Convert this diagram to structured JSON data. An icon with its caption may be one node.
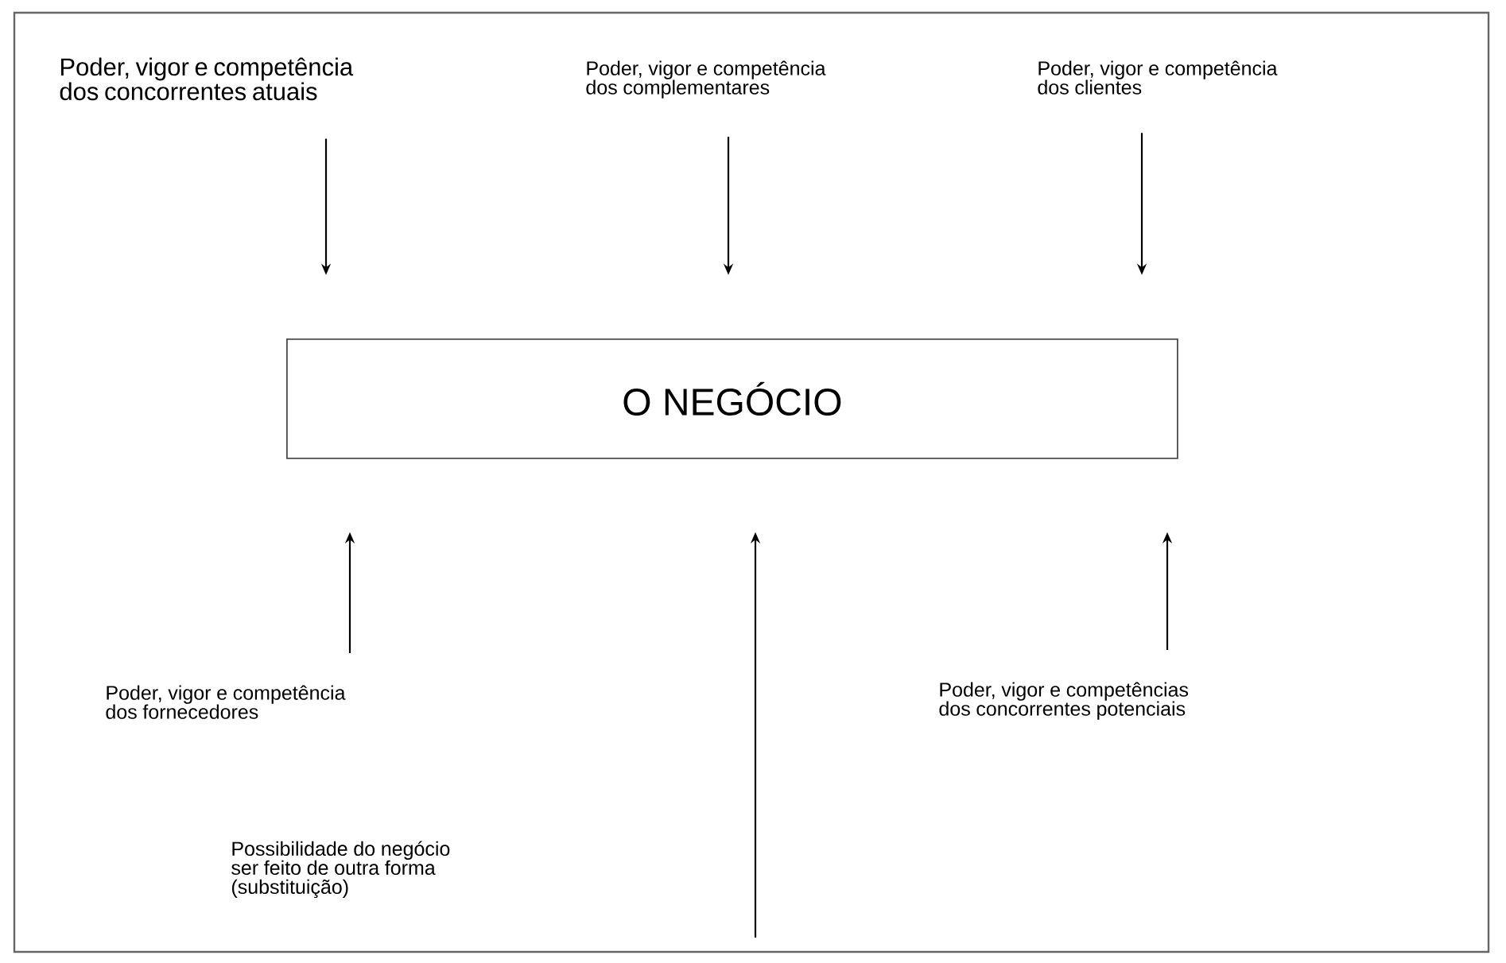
{
  "diagram": {
    "nodes": [
      {
        "text": [
          "Poder, vigor e competência dos concorrentes atuais"
        ]
      },
      {
        "text": [
          "Poder, vigor e competência dos complementares"
        ]
      },
      {
        "text": [
          "Poder, vigor e competência dos clientes"
        ]
      },
      {
        "text": [
          "O NEGÓCIO"
        ]
      },
      {
        "text": [
          "Poder, vigor e competência dos fornecedores"
        ]
      },
      {
        "text": [
          "Poder, vigor e competências dos concorrentes potenciais"
        ]
      }
    ],
    "edges": [
      {
        "from": 0,
        "to": 3,
        "arrow": "to"
      },
      {
        "from": 1,
        "to": 3,
        "arrow": "to"
      },
      {
        "from": 2,
        "to": 3,
        "arrow": "to"
      },
      {
        "from": 4,
        "to": 3,
        "arrow": "to"
      },
      {
        "from": null,
        "to": 3,
        "arrow": "to"
      },
      {
        "from": 5,
        "to": 3,
        "arrow": "to"
      }
    ],
    "labels": [
      "Possibilidade do negócio ser feito de outra forma (substituição)"
    ]
  }
}
